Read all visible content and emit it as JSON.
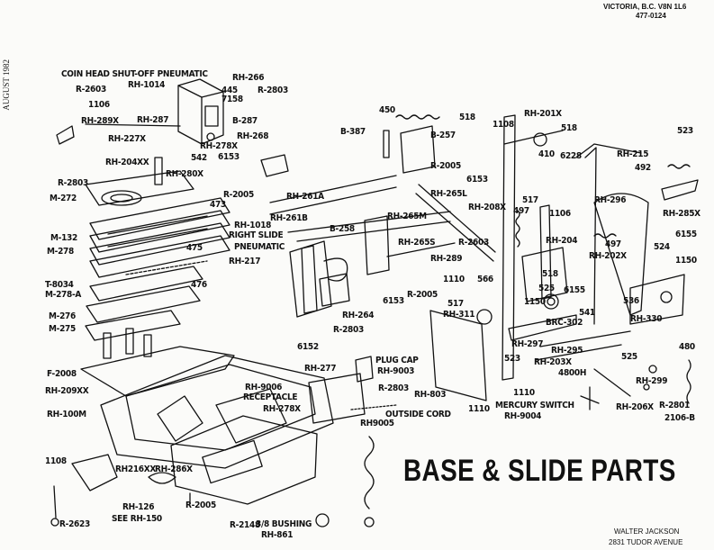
{
  "header": {
    "address_line1": "VICTORIA, B.C.   V8N 1L6",
    "address_line2": "477-0124"
  },
  "side_text": "AUGUST 1982",
  "title": "BASE & SLIDE PARTS",
  "footer": {
    "name": "WALTER JACKSON",
    "street": "2831 TUDOR AVENUE"
  },
  "labels": [
    {
      "text": "COIN HEAD SHUT-OFF PNEUMATIC"
    },
    {
      "text": "RH-1014"
    },
    {
      "text": "R-2603"
    },
    {
      "text": "1106"
    },
    {
      "text": "RH-289X"
    },
    {
      "text": "RH-287"
    },
    {
      "text": "RH-227X"
    },
    {
      "text": "RH-266"
    },
    {
      "text": "445"
    },
    {
      "text": "7158"
    },
    {
      "text": "R-2803"
    },
    {
      "text": "B-287"
    },
    {
      "text": "RH-268"
    },
    {
      "text": "RH-278X"
    },
    {
      "text": "RH-204XX"
    },
    {
      "text": "542"
    },
    {
      "text": "6153"
    },
    {
      "text": "RH-280X"
    },
    {
      "text": "R-2803"
    },
    {
      "text": "M-272"
    },
    {
      "text": "473"
    },
    {
      "text": "R-2005"
    },
    {
      "text": "RH-261A"
    },
    {
      "text": "RH-261B"
    },
    {
      "text": "RH-1018"
    },
    {
      "text": "RIGHT SLIDE"
    },
    {
      "text": "PNEUMATIC"
    },
    {
      "text": "RH-217"
    },
    {
      "text": "M-132"
    },
    {
      "text": "M-278"
    },
    {
      "text": "475"
    },
    {
      "text": "476"
    },
    {
      "text": "T-8034"
    },
    {
      "text": "M-278-A"
    },
    {
      "text": "M-276"
    },
    {
      "text": "M-275"
    },
    {
      "text": "F-2008"
    },
    {
      "text": "RH-209XX"
    },
    {
      "text": "RH-100M"
    },
    {
      "text": "1108"
    },
    {
      "text": "RH216XX"
    },
    {
      "text": "RH-286X"
    },
    {
      "text": "RH-126"
    },
    {
      "text": "SEE RH-150"
    },
    {
      "text": "R-2623"
    },
    {
      "text": "R-2005"
    },
    {
      "text": "R-2148"
    },
    {
      "text": "3/8 BUSHING"
    },
    {
      "text": "RH-861"
    },
    {
      "text": "450"
    },
    {
      "text": "B-387"
    },
    {
      "text": "B-257"
    },
    {
      "text": "R-2005"
    },
    {
      "text": "6153"
    },
    {
      "text": "518"
    },
    {
      "text": "1108"
    },
    {
      "text": "RH-201X"
    },
    {
      "text": "518"
    },
    {
      "text": "410"
    },
    {
      "text": "6228"
    },
    {
      "text": "RH-215"
    },
    {
      "text": "523"
    },
    {
      "text": "492"
    },
    {
      "text": "RH-265L"
    },
    {
      "text": "RH-208X"
    },
    {
      "text": "RH-265M"
    },
    {
      "text": "B-258"
    },
    {
      "text": "RH-265S"
    },
    {
      "text": "R-2603"
    },
    {
      "text": "517"
    },
    {
      "text": "497"
    },
    {
      "text": "1106"
    },
    {
      "text": "RH-296"
    },
    {
      "text": "RH-285X"
    },
    {
      "text": "RH-289"
    },
    {
      "text": "RH-204"
    },
    {
      "text": "497"
    },
    {
      "text": "RH-202X"
    },
    {
      "text": "524"
    },
    {
      "text": "6155"
    },
    {
      "text": "1150"
    },
    {
      "text": "518"
    },
    {
      "text": "1110"
    },
    {
      "text": "566"
    },
    {
      "text": "6153"
    },
    {
      "text": "R-2005"
    },
    {
      "text": "525"
    },
    {
      "text": "6155"
    },
    {
      "text": "1150"
    },
    {
      "text": "536"
    },
    {
      "text": "517"
    },
    {
      "text": "RH-311"
    },
    {
      "text": "541"
    },
    {
      "text": "BRC-302"
    },
    {
      "text": "RH-330"
    },
    {
      "text": "RH-264"
    },
    {
      "text": "6152"
    },
    {
      "text": "R-2803"
    },
    {
      "text": "RH-297"
    },
    {
      "text": "RH-295"
    },
    {
      "text": "523"
    },
    {
      "text": "RH-203X"
    },
    {
      "text": "525"
    },
    {
      "text": "480"
    },
    {
      "text": "PLUG CAP"
    },
    {
      "text": "RH-9003"
    },
    {
      "text": "RH-277"
    },
    {
      "text": "RH-9006"
    },
    {
      "text": "RECEPTACLE"
    },
    {
      "text": "RH-278X"
    },
    {
      "text": "R-2803"
    },
    {
      "text": "RH-803"
    },
    {
      "text": "1110"
    },
    {
      "text": "4800H"
    },
    {
      "text": "RH-299"
    },
    {
      "text": "R-2801"
    },
    {
      "text": "RH-206X"
    },
    {
      "text": "2106-B"
    },
    {
      "text": "1110"
    },
    {
      "text": "MERCURY SWITCH"
    },
    {
      "text": "RH-9004"
    },
    {
      "text": "OUTSIDE CORD"
    },
    {
      "text": "RH9005"
    }
  ]
}
